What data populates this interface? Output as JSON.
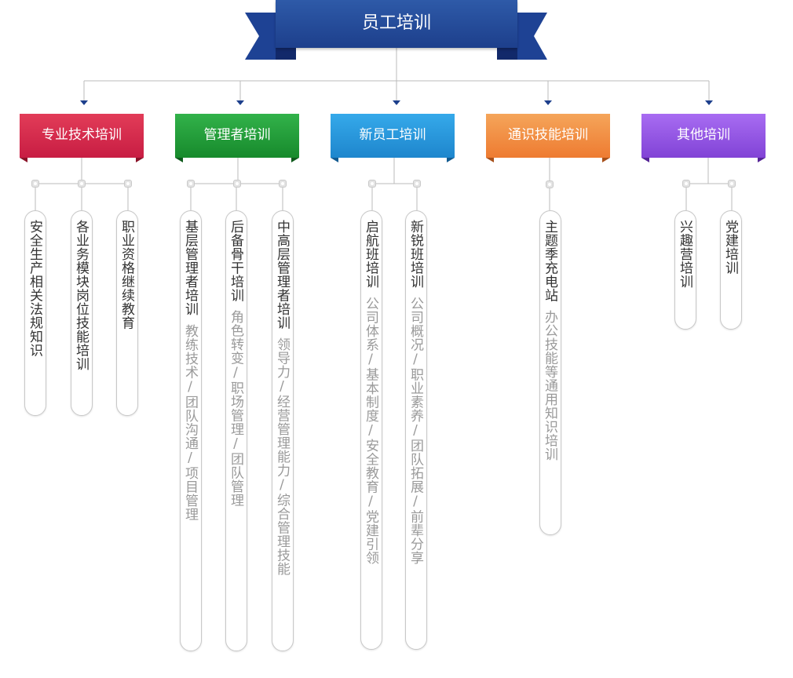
{
  "title": "员工培训",
  "colors": {
    "banner": "#1d3f8c",
    "banner_fold": "#14306f",
    "red": "#d42a4c",
    "green": "#1f9a36",
    "blue": "#2495dc",
    "orange": "#f08c40",
    "purple": "#924fe4",
    "line": "#bbbbbb"
  },
  "categories": [
    {
      "label": "专业技术培训",
      "items": [
        {
          "title": "安全生产相关法规知识",
          "desc": ""
        },
        {
          "title": "各业务模块岗位技能培训",
          "desc": ""
        },
        {
          "title": "职业资格继续教育",
          "desc": ""
        }
      ]
    },
    {
      "label": "管理者培训",
      "items": [
        {
          "title": "基层管理者培训",
          "desc": "教练技术/团队沟通/项目管理"
        },
        {
          "title": "后备骨干培训",
          "desc": "角色转变/职场管理/团队管理"
        },
        {
          "title": "中高层管理者培训",
          "desc": "领导力/经营管理能力/综合管理技能"
        }
      ]
    },
    {
      "label": "新员工培训",
      "items": [
        {
          "title": "启航班培训",
          "desc": "公司体系/基本制度/安全教育/党建引领"
        },
        {
          "title": "新锐班培训",
          "desc": "公司概况/职业素养/团队拓展/前辈分享"
        }
      ]
    },
    {
      "label": "通识技能培训",
      "items": [
        {
          "title": "主题季充电站",
          "desc": "办公技能等通用知识培训"
        }
      ]
    },
    {
      "label": "其他培训",
      "items": [
        {
          "title": "兴趣营培训",
          "desc": ""
        },
        {
          "title": "党建培训",
          "desc": ""
        }
      ]
    }
  ]
}
